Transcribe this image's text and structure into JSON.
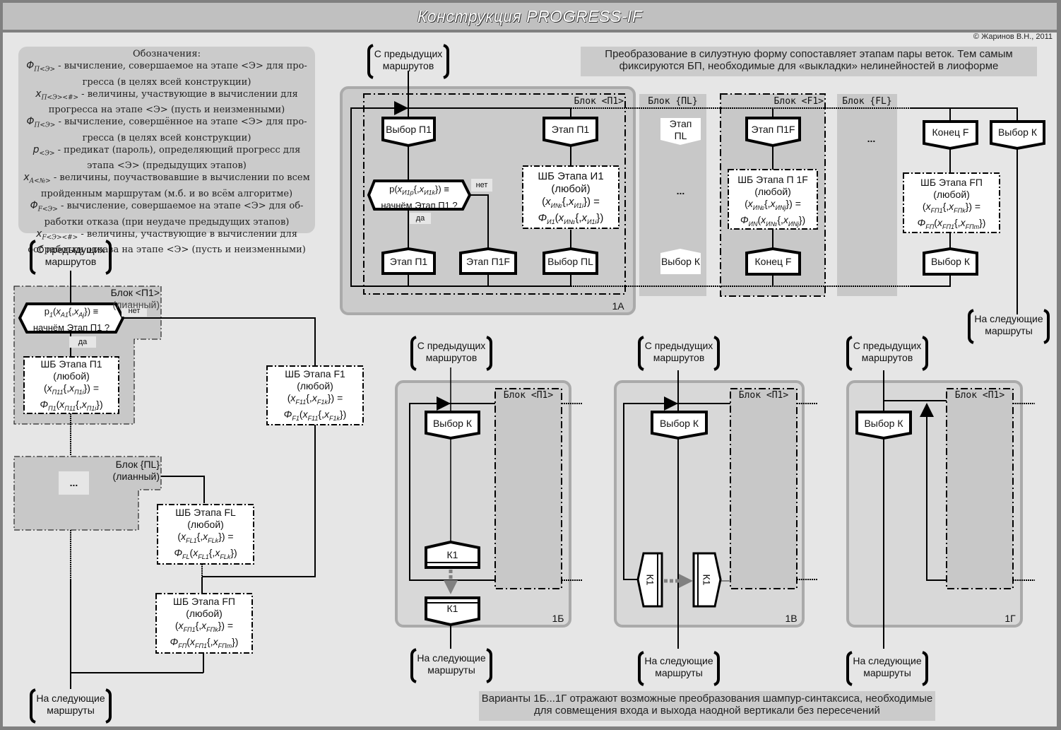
{
  "title": "Конструкция PROGRESS-IF",
  "copyright": "© Жаринов В.Н., 2011",
  "legend": {
    "heading": "Обозначения:",
    "items": [
      {
        "symbol": "Φ",
        "sub": "П<Э>",
        "text": " - вычисление, совершаемое на этапе <Э> для про-гресса (в целях всей конструкции)"
      },
      {
        "symbol": "x",
        "sub": "П<Э><#>",
        "text": " - величины, участвующие в вычислении для прогресса на этапе <Э> (пусть и неизменными)"
      },
      {
        "symbol": "Φ",
        "sub": "П<Э>",
        "text": " - вычисление, совершённое на этапе <Э> для про-гресса (в целях всей конструкции)"
      },
      {
        "symbol": "p",
        "sub": "<Э>",
        "text": " - предикат (пароль), определяющий прогресс для этапа <Э> (предыдущих этапов)"
      },
      {
        "symbol": "x",
        "sub": "A<№>",
        "text": " - величины, поучаствовавшие в вычислении по всем пройденным маршрутам (м.б. и во всём алгоритме)"
      },
      {
        "symbol": "Φ",
        "sub": "F<Э>",
        "text": " - вычисление, совершаемое на этапе <Э> для об-работки отказа (при неудаче предыдущих этапов)"
      },
      {
        "symbol": "x",
        "sub": "F<Э><#>",
        "text": " - величины, участвующие в вычислении для ообработки отказа на этапе <Э> (пусть и неизменными)"
      }
    ]
  },
  "notes": {
    "top": "Преобразование в силуэтную форму сопоставляет этапам пары веток. Тем самым фиксируются БП, необходимые для «выкладки» нелинейностей в лиоформе",
    "bottom": "Варианты 1Б...1Г отражают возможные преобразования шампур-синтаксиса, необходимые для совмещения входа и выхода наодной вертикали без пересечений"
  },
  "common": {
    "from_prev": [
      "С предыдущих",
      "маршрутов"
    ],
    "to_next": [
      "На следующие",
      "маршруты"
    ],
    "yes": "да",
    "no": "нет",
    "any": "(любой)",
    "dots": "..."
  },
  "left": {
    "block_p1": [
      "Блок <П1>",
      "(лианный)"
    ],
    "question": [
      "p1(xA1{,xAj}) ≡",
      "начнём Этап П1 ?"
    ],
    "sb_p1": {
      "title": "ШБ Этапа П1",
      "f1": "(xП11{,xП1i}) =",
      "f2": "ΦП1(xП11{,xП1i})"
    },
    "sb_f1": {
      "title": "ШБ Этапа F1",
      "f1": "(xF11{,xF1k}) =",
      "f2": "ΦF1(xF11{,xF1k})"
    },
    "block_pl": [
      "Блок {ПL}",
      "(лианный)"
    ],
    "sb_fl": {
      "title": "ШБ Этапа FL",
      "f1": "(xFL1{,xFLk}) =",
      "f2": "ΦFL(xFL1{,xFLk})"
    },
    "sb_fp": {
      "title": "ШБ Этапа FП",
      "f1": "(xFП1{,xFПk}) =",
      "f2": "ΦFП(xFП1{,xFПm})"
    }
  },
  "diagram_1a": {
    "label": "1А",
    "block_p1": "Блок <П1>",
    "block_pl": "Блок {ПL}",
    "block_f1": "Блок <F1>",
    "block_fl": "Блок {FL}",
    "vybor_p1": "Выбор П1",
    "etap_p1_top": "Этап П1",
    "question": [
      "p(xИ1p{,xИ1k}) ≡",
      "начнём Этап П1 ?"
    ],
    "sb_i1": {
      "title": "ШБ Этапа И1",
      "f1": "(xИ№{,xИ1i}) =",
      "f2": "ΦИ1(xИ№{,xИ1i})"
    },
    "etap_p1": "Этап П1",
    "etap_p1f": "Этап П1F",
    "vybor_pl": "Выбор ПL",
    "pl_etap": [
      "Этап",
      "ПL"
    ],
    "pl_vybor_k": "Выбор К",
    "f1_etap": "Этап П1F",
    "sb_p1f": {
      "title": "ШБ Этапа П 1F",
      "f1": "(xИ№{,xИNj}) =",
      "f2": "ΦИN(xИ№{,xИNj})"
    },
    "f1_konec": "Конец F",
    "fl_konec": "Конец F",
    "sb_fp": {
      "title": "ШБ Этапа FП",
      "f1": "(xFП1{,xFПk}) =",
      "f2": "ΦFП(xFП1{,xFПm})"
    },
    "fl_vybor_k": "Выбор К",
    "vybor_k": "Выбор К"
  },
  "variants": [
    {
      "label": "1Б",
      "block": "Блок <П1>",
      "vybor": "Выбор К",
      "k1": "К1"
    },
    {
      "label": "1В",
      "block": "Блок <П1>",
      "vybor": "Выбор К",
      "k1": "К1"
    },
    {
      "label": "1Г",
      "block": "Блок <П1>",
      "vybor": "Выбор К"
    }
  ]
}
